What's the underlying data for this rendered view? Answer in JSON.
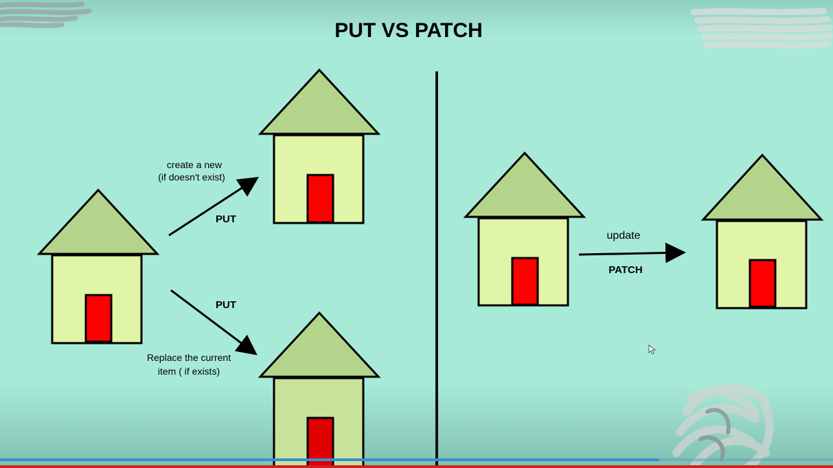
{
  "title": "PUT VS PATCH",
  "left": {
    "top_arrow": {
      "caption_line1": "create a new",
      "caption_line2": "(if doesn't exist)",
      "method": "PUT"
    },
    "bottom_arrow": {
      "method": "PUT",
      "caption_line1": "Replace the current",
      "caption_line2": "item ( if exists)"
    }
  },
  "right": {
    "arrow": {
      "caption": "update",
      "method": "PATCH"
    }
  },
  "colors": {
    "background": "#a8ead8",
    "roof": "#b4d48c",
    "wall": "#e0f5a8",
    "door": "#ff0000",
    "outline": "#000000",
    "divider": "#111111",
    "progress_played": "#d22020",
    "progress_buffered": "#3a8fd0"
  }
}
